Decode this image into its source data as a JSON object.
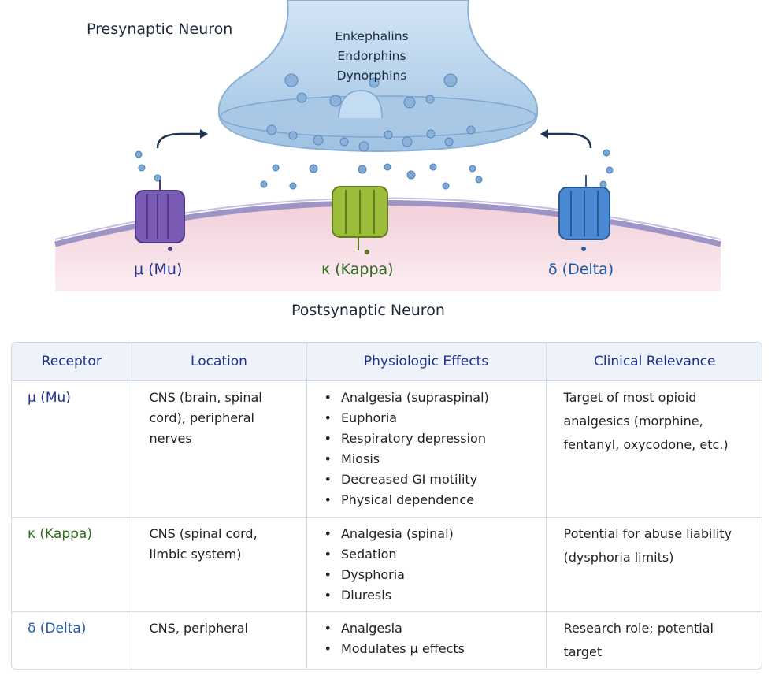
{
  "diagram": {
    "presynaptic_label": "Presynaptic Neuron",
    "postsynaptic_label": "Postsynaptic Neuron",
    "neurotransmitters": [
      "Enkephalins",
      "Endorphins",
      "Dynorphins"
    ],
    "receptors": [
      {
        "label": "μ (Mu)",
        "color": "#7a5bb5"
      },
      {
        "label": "κ (Kappa)",
        "color": "#9bbd3a"
      },
      {
        "label": "δ (Delta)",
        "color": "#4a8ad4"
      }
    ],
    "colors": {
      "terminal": "#bcd6ee",
      "membrane": "#a99ccb",
      "postsynaptic_fill": "#f5dde4",
      "mu_text": "#1d2f8c",
      "kappa_text": "#2d6a1f",
      "delta_text": "#1e5aa8"
    }
  },
  "table": {
    "headers": [
      "Receptor",
      "Location",
      "Physiologic Effects",
      "Clinical Relevance"
    ],
    "rows": [
      {
        "receptor": "μ (Mu)",
        "location": "CNS (brain, spinal cord), peripheral nerves",
        "effects": [
          "Analgesia (supraspinal)",
          "Euphoria",
          "Respiratory depression",
          "Miosis",
          "Decreased GI motility",
          "Physical dependence"
        ],
        "clinical": "Target of most opioid analgesics (morphine, fentanyl, oxycodone, etc.)"
      },
      {
        "receptor": "κ (Kappa)",
        "location": "CNS (spinal cord, limbic system)",
        "effects": [
          "Analgesia (spinal)",
          "Sedation",
          "Dysphoria",
          "Diuresis"
        ],
        "clinical": "Potential for abuse liability (dysphoria limits)"
      },
      {
        "receptor": "δ (Delta)",
        "location": "CNS, peripheral",
        "effects": [
          "Analgesia",
          "Modulates μ effects"
        ],
        "clinical": "Research role; potential target"
      }
    ]
  }
}
